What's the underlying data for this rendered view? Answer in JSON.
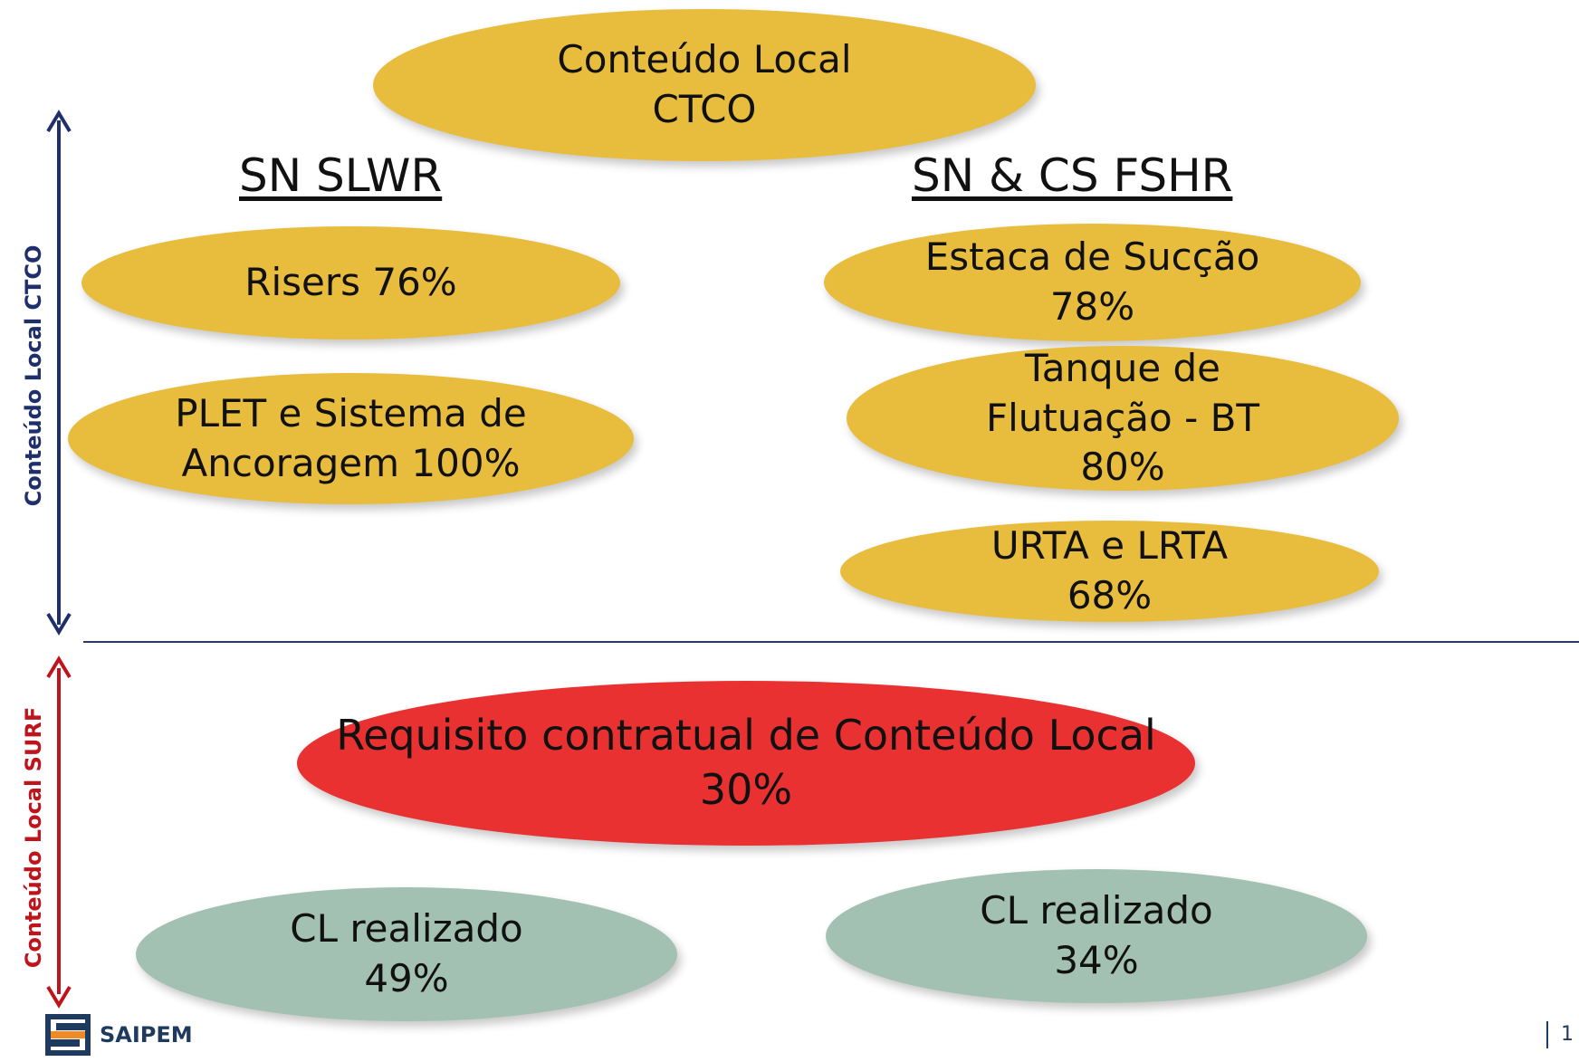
{
  "top": {
    "line1": "Conteúdo Local",
    "line2": "CTCO"
  },
  "left_heading": "SN SLWR",
  "right_heading": "SN & CS FSHR",
  "left_items": [
    {
      "lines": [
        "Risers 76%"
      ]
    },
    {
      "lines": [
        "PLET e Sistema de",
        "Ancoragem 100%"
      ]
    }
  ],
  "right_items": [
    {
      "lines": [
        "Estaca de Sucção",
        "78%"
      ]
    },
    {
      "lines": [
        "Tanque de",
        "Flutuação - BT",
        "80%"
      ]
    },
    {
      "lines": [
        "URTA e LRTA",
        "68%"
      ]
    }
  ],
  "requirement": {
    "line1": "Requisito contratual de Conteúdo Local",
    "line2": "30%"
  },
  "results": [
    {
      "line1": "CL realizado",
      "line2": "49%"
    },
    {
      "line1": "CL realizado",
      "line2": "34%"
    }
  ],
  "axis_labels": {
    "upper": "Conteúdo Local CTCO",
    "lower": "Conteúdo Local SURF"
  },
  "logo_text": "SAIPEM",
  "page_number": "1",
  "colors": {
    "gold": "#e8bd3e",
    "red": "#ea3131",
    "green": "#a3c1b2",
    "navy": "#1f2f6b",
    "dark_red": "#c0141c"
  }
}
